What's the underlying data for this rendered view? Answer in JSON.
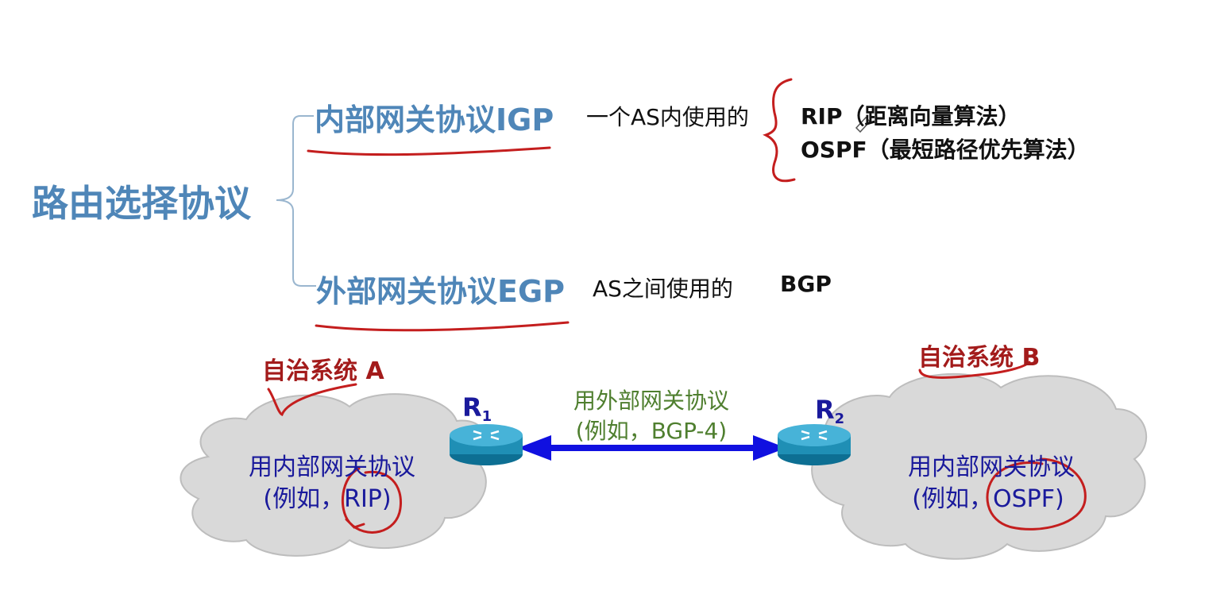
{
  "root": {
    "title": "路由选择协议"
  },
  "igp": {
    "title": "内部网关协议IGP",
    "description": "一个AS内使用的",
    "protocols": [
      "RIP（距离向量算法）",
      "OSPF（最短路径优先算法）"
    ]
  },
  "egp": {
    "title": "外部网关协议EGP",
    "description": "AS之间使用的",
    "protocol": "BGP"
  },
  "diagram": {
    "as_a": {
      "label": "自治系统 A",
      "line1": "用内部网关协议",
      "line2": "(例如，RIP)"
    },
    "as_b": {
      "label": "自治系统 B",
      "line1": "用内部网关协议",
      "line2": "(例如，OSPF)"
    },
    "router1": {
      "name": "R",
      "sub": "1"
    },
    "router2": {
      "name": "R",
      "sub": "2"
    },
    "link": {
      "line1": "用外部网关协议",
      "line2": "(例如，BGP-4)"
    }
  },
  "colors": {
    "title_blue": "#4f86b8",
    "annotation_red": "#c41e1e",
    "as_label_red": "#a31b1b",
    "cloud_text_blue": "#1a1a9c",
    "link_green": "#4f7f2f",
    "arrow_blue": "#1010e0",
    "cloud_gray": "#d9d9d9",
    "router_teal": "#1f8fb5"
  }
}
